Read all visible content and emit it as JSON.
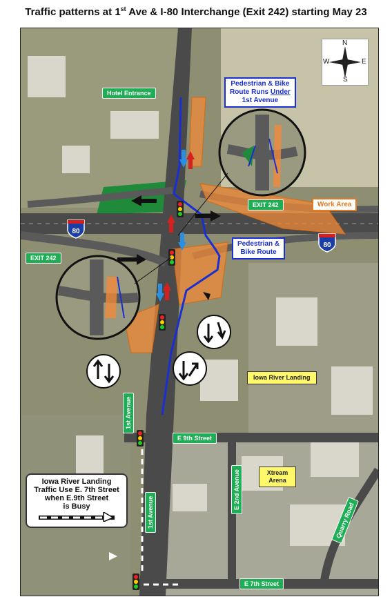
{
  "title": {
    "prefix": "Traffic patterns at 1",
    "sup": "st",
    "suffix": " Ave & I-80 Interchange (Exit 242) starting May 23"
  },
  "labels": {
    "hotel_entrance": "Hotel Entrance",
    "ped_bike_under": [
      "Pedestrian & Bike",
      "Route Runs ",
      "Under",
      "1st Avenue"
    ],
    "ped_bike_route": [
      "Pedestrian &",
      "Bike Route"
    ],
    "exit_242_right": "EXIT 242",
    "exit_242_left": "EXIT 242",
    "work_area": "Work Area",
    "iowa_river_landing": "Iowa River Landing",
    "xtream_arena": [
      "Xtream",
      "Arena"
    ],
    "first_avenue_upper": "1st Avenue",
    "first_avenue_lower": "1st Avenue",
    "e9th_street": "E 9th Street",
    "e2nd_avenue": "E 2nd Avenue",
    "quarry_road": "Quarry Road",
    "e7th_street": "E 7th Street",
    "interstate": "80"
  },
  "note": [
    "Iowa River Landing",
    "Traffic Use E. 7th Street",
    "when E.9th Street",
    "is Busy"
  ],
  "compass": {
    "n": "N",
    "s": "S",
    "e": "E",
    "w": "W"
  },
  "colors": {
    "aerial": "#8a8a70",
    "road": "#4a4a4a",
    "work_area": "#f08a3a",
    "bike_route": "#1a2fd0",
    "green_sign": "#1fae55",
    "red_arrow": "#d62020",
    "blue_arrow": "#2a8fe0"
  },
  "icons": [
    "compass-rose-icon",
    "traffic-signal-icon",
    "turn-arrows-icon",
    "interstate-shield-icon"
  ]
}
